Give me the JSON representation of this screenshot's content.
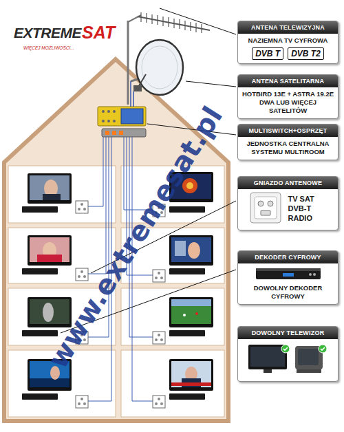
{
  "diagram": {
    "nodes": [
      {
        "text": [
          "ANTENA TELEWIZYJNA",
          "NAZIEMNA TV CYFROWA",
          "DVB T",
          "DVB T2"
        ]
      },
      {
        "text": [
          "ANTENA SATELITARNA",
          "HOTBIRD 13E + ASTRA 19.2E DWA LUB WIĘCEJ SATELITÓW"
        ]
      },
      {
        "text": [
          "MULTISWITCH+OSPRZĘT",
          "JEDNOSTKA CENTRALNA SYSTEMU MULTIROOM"
        ]
      },
      {
        "text": [
          "GNIAZDO ANTENOWE",
          "TV SAT DVB-T RADIO"
        ]
      },
      {
        "text": [
          "DEKODER CYFROWY",
          "DOWOLNY DEKODER CYFROWY"
        ]
      },
      {
        "text": [
          "DOWOLNY TELEWIZOR"
        ]
      }
    ],
    "labels": [
      "EXTREME",
      "SAT",
      "WIĘCEJ MOŻLIWOŚCI...",
      "www.extremesat.pl"
    ]
  }
}
